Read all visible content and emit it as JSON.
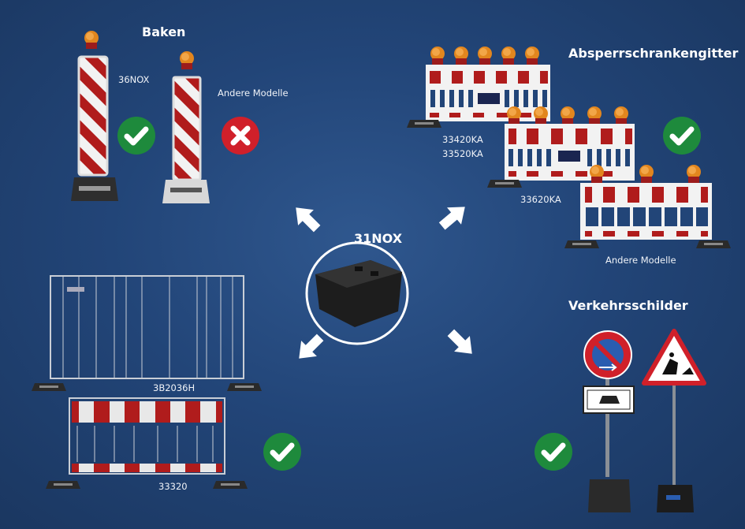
{
  "center": {
    "product": "31NOX"
  },
  "sections": {
    "baken": {
      "title": "Baken",
      "items": [
        {
          "label": "36NOX",
          "compatible": true
        },
        {
          "label": "Andere Modelle",
          "compatible": false
        }
      ]
    },
    "absperrschrankengitter": {
      "title": "Absperrschrankengitter",
      "items": [
        {
          "label": "33420KA",
          "compatible": true
        },
        {
          "label": "33520KA",
          "compatible": true
        },
        {
          "label": "33620KA",
          "compatible": true
        },
        {
          "label": "Andere Modelle",
          "compatible": true
        }
      ]
    },
    "zaeune": {
      "items": [
        {
          "label": "3B2036H",
          "compatible": true
        },
        {
          "label": "33320",
          "compatible": true
        }
      ]
    },
    "verkehrsschilder": {
      "title": "Verkehrsschilder",
      "compatible": true
    }
  },
  "colors": {
    "check": "#1e8a3c",
    "cross": "#d0202a",
    "stripe_red": "#b01c1c",
    "background": "#224578"
  }
}
